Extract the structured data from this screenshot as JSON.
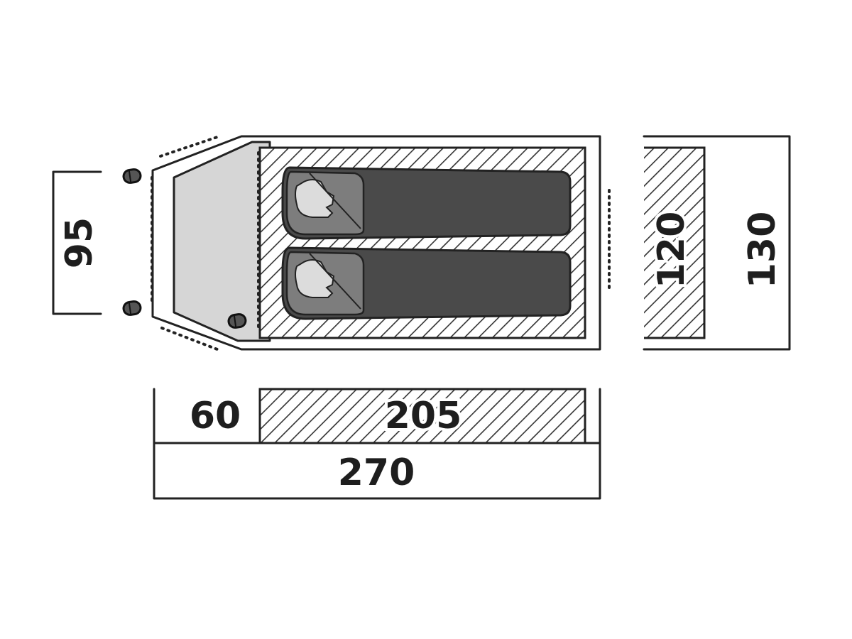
{
  "diagram": {
    "labels": {
      "vestibule_width": "95",
      "inner_width": "120",
      "outer_width": "130",
      "vestibule_length": "60",
      "inner_length": "205",
      "total_length": "270"
    },
    "colors": {
      "outline": "#222222",
      "text": "#1e1e1e",
      "vestibule_fill": "#d6d6d6",
      "sleeping_bag_body": "#4a4a4a",
      "sleeping_bag_hood": "#7d7d7d",
      "head_fill": "#dcdcdc",
      "hatch": "#333333",
      "background": "#ffffff"
    },
    "icons": [
      "tent-peg-icon",
      "sleeping-bag-icon"
    ]
  }
}
